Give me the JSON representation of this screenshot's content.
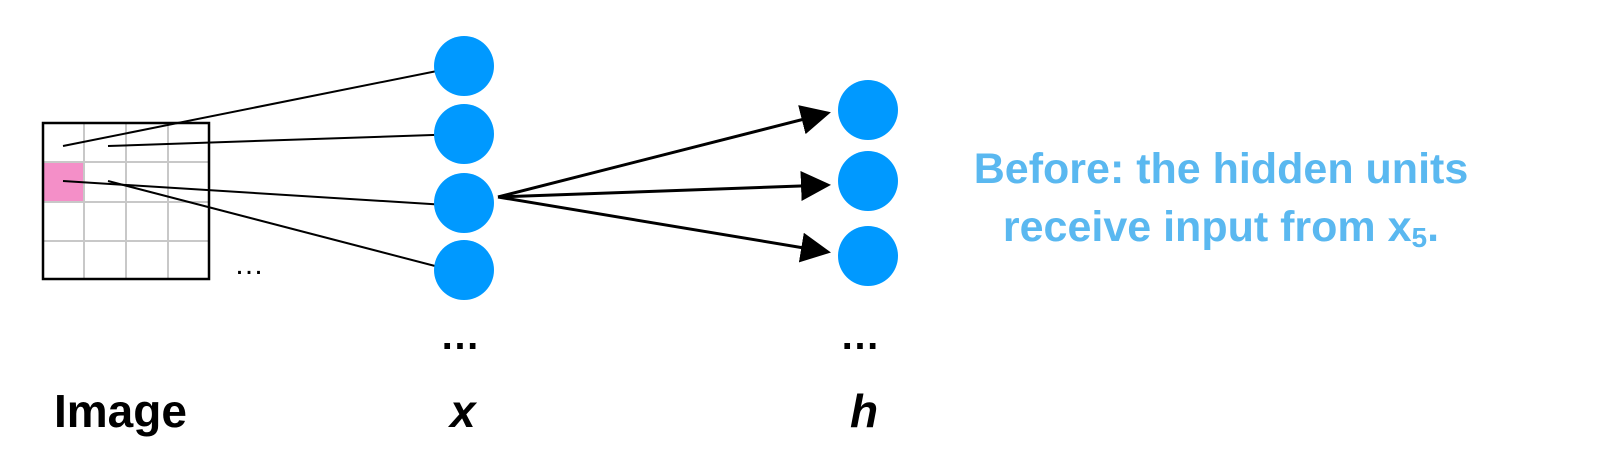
{
  "labels": {
    "image": "Image",
    "x": "x",
    "h": "h"
  },
  "ellipsis": {
    "x": "…",
    "h": "…",
    "grid": "…"
  },
  "caption": {
    "line1": "Before: the hidden units",
    "line2_prefix": "receive input from x",
    "line2_subscript": "5",
    "line2_suffix": "."
  },
  "colors": {
    "node": "#0099ff",
    "highlight_pixel": "#f48fc8",
    "caption": "#5ab8f0",
    "grid_line": "#c8c8c8",
    "border": "#000000"
  }
}
